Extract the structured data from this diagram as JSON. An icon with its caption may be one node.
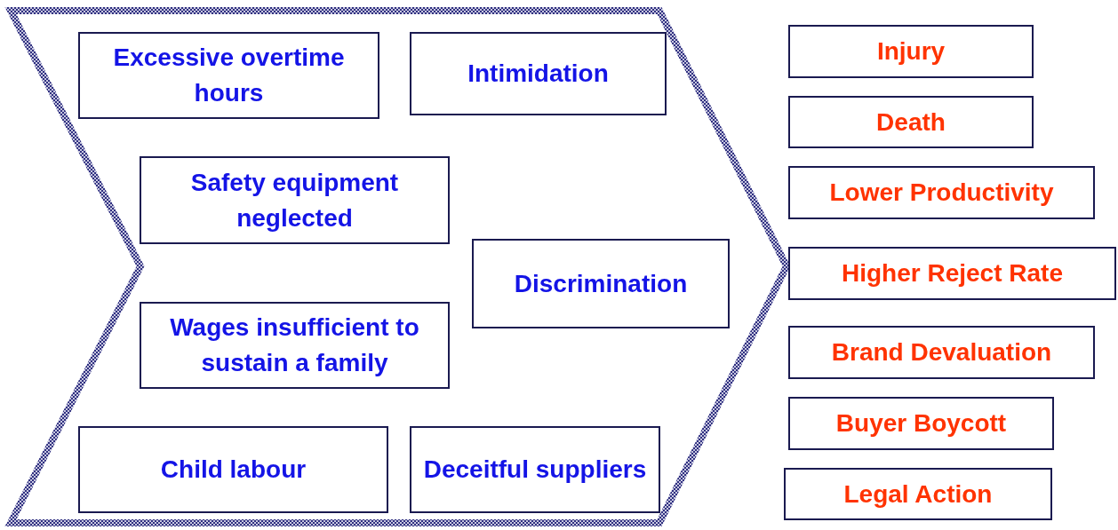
{
  "diagram": {
    "nodes": [
      {
        "text": [],
        "shape": "chevron"
      },
      {
        "text": [
          "Excessive overtime hours"
        ],
        "in": 0
      },
      {
        "text": [
          "Intimidation"
        ],
        "in": 0
      },
      {
        "text": [
          "Safety equipment neglected"
        ],
        "in": 0
      },
      {
        "text": [
          "Discrimination"
        ],
        "in": 0
      },
      {
        "text": [
          "Wages insufficient to sustain a family"
        ],
        "in": 0
      },
      {
        "text": [
          "Child labour"
        ],
        "in": 0
      },
      {
        "text": [
          "Deceitful suppliers"
        ],
        "in": 0
      },
      {
        "text": [
          "Injury"
        ]
      },
      {
        "text": [
          "Death"
        ]
      },
      {
        "text": [
          "Lower Productivity"
        ]
      },
      {
        "text": [
          "Higher Reject Rate"
        ]
      },
      {
        "text": [
          "Brand Devaluation"
        ]
      },
      {
        "text": [
          "Buyer Boycott"
        ]
      },
      {
        "text": [
          "Legal Action"
        ]
      }
    ]
  }
}
